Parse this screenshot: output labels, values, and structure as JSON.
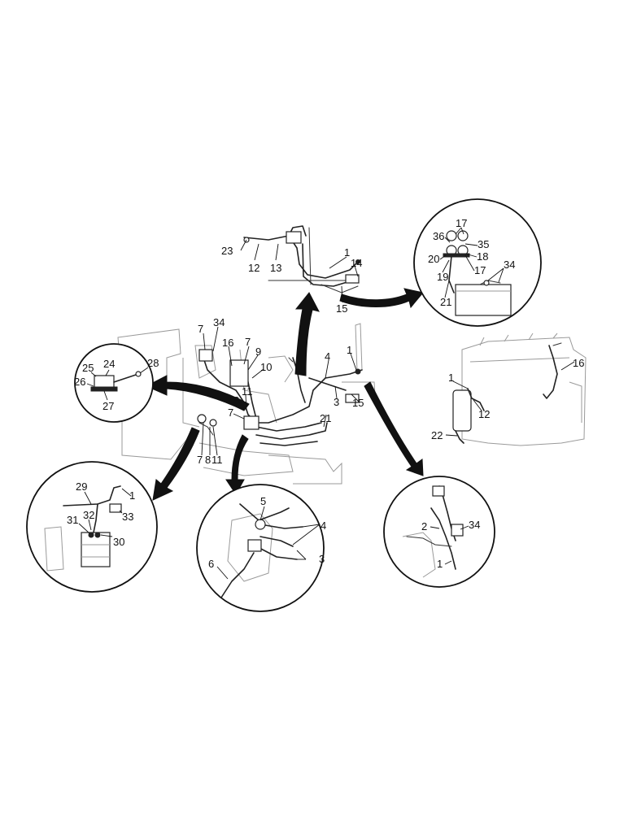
{
  "diagram": {
    "callouts": {
      "c1": "1",
      "c2": "2",
      "c3": "3",
      "c4": "4",
      "c5": "5",
      "c6": "6",
      "c7": "7",
      "c8": "8",
      "c9": "9",
      "c10": "10",
      "c11": "11",
      "c12": "12",
      "c13": "13",
      "c14": "14",
      "c15": "15",
      "c16": "16",
      "c17": "17",
      "c18": "18",
      "c19": "19",
      "c20": "20",
      "c21": "21",
      "c22": "22",
      "c23": "23",
      "c24": "24",
      "c25": "25",
      "c26": "26",
      "c27": "27",
      "c28": "28",
      "c29": "29",
      "c30": "30",
      "c31": "31",
      "c32": "32",
      "c33": "33",
      "c34": "34",
      "c35": "35",
      "c36": "36"
    }
  }
}
